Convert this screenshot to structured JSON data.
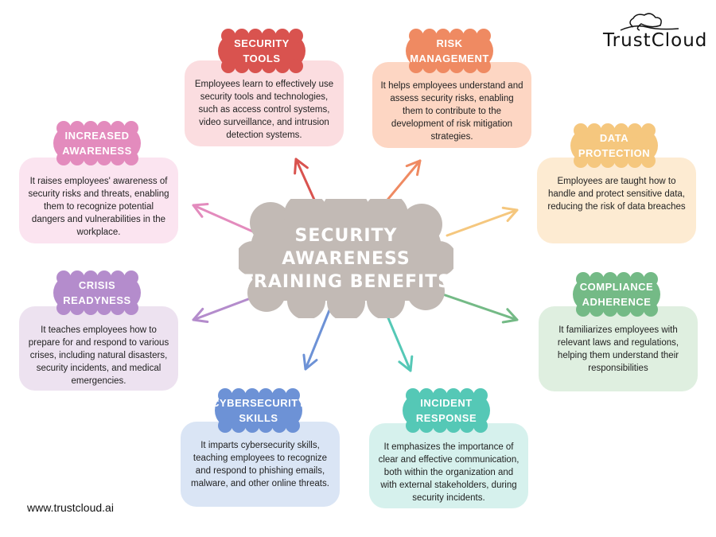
{
  "brand": {
    "name": "TrustCloud",
    "url": "www.trustcloud.ai"
  },
  "center": {
    "title_line1": "SECURITY",
    "title_line2": "AWARENESS",
    "title_line3": "TRAINING BENEFITS",
    "color": "#c2bab5"
  },
  "benefits": [
    {
      "key": "security-tools",
      "title1": "SECURITY",
      "title2": "TOOLS",
      "text": "Employees learn to effectively use security tools and technologies, such as access control systems, video surveillance, and intrusion detection systems.",
      "accent": "#d9534f",
      "bg": "#fbdde0"
    },
    {
      "key": "risk-management",
      "title1": "RISK",
      "title2": "MANAGEMENT",
      "text": "It helps employees understand and assess security risks, enabling them to contribute to the development of risk mitigation strategies.",
      "accent": "#ef8a62",
      "bg": "#fdd6c3"
    },
    {
      "key": "increased-awareness",
      "title1": "INCREASED",
      "title2": "AWARENESS",
      "text": "It raises employees' awareness of security risks and threats, enabling them to recognize potential dangers and vulnerabilities in the workplace.",
      "accent": "#e38bbd",
      "bg": "#fbe4f0"
    },
    {
      "key": "data-protection",
      "title1": "DATA PROTECTION",
      "title2": "",
      "text": "Employees are taught how to handle and protect sensitive data, reducing the risk of data breaches",
      "accent": "#f5c77e",
      "bg": "#fdebd2"
    },
    {
      "key": "crisis-readyness",
      "title1": "CRISIS",
      "title2": "READYNESS",
      "text": "It teaches employees how to prepare for and respond to various crises, including natural disasters, security incidents, and medical emergencies.",
      "accent": "#b48ccc",
      "bg": "#ede2f0"
    },
    {
      "key": "compliance-adherence",
      "title1": "COMPLIANCE",
      "title2": "ADHERENCE",
      "text": "It familiarizes employees with relevant laws and regulations, helping them understand their responsibilities",
      "accent": "#74ba86",
      "bg": "#dfefe0"
    },
    {
      "key": "cybersecurity-skills",
      "title1": "CYBERSECURITY",
      "title2": "SKILLS",
      "text": "It  imparts cybersecurity skills, teaching employees to recognize and respond to phishing emails, malware, and other online threats.",
      "accent": "#6d92d6",
      "bg": "#dae5f5"
    },
    {
      "key": "incident-response",
      "title1": "INCIDENT",
      "title2": "RESPONSE",
      "text": "It emphasizes the importance of clear and effective communication, both within the organization and with external stakeholders, during security incidents.",
      "accent": "#55c8b6",
      "bg": "#d6f1ed"
    }
  ]
}
